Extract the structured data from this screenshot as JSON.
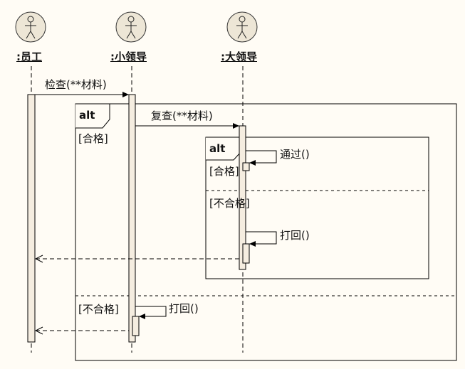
{
  "actors": [
    {
      "name": ":员工"
    },
    {
      "name": ":小领导"
    },
    {
      "name": ":大领导"
    }
  ],
  "messages": {
    "check": "检查(**材料)",
    "recheck": "复查(**材料)",
    "pass": "通过()",
    "reject_inner": "打回()",
    "reject_outer": "打回()"
  },
  "frames": {
    "outer": {
      "operator": "alt",
      "guard_1": "[合格]",
      "guard_2": "[不合格]"
    },
    "inner": {
      "operator": "alt",
      "guard_1": "[合格]",
      "guard_2": "[不合格]"
    }
  },
  "colors": {
    "background": "#FFFCF5",
    "activation_fill": "#F5EDE0",
    "actor_fill": "#EDE6D6",
    "line": "#000000"
  }
}
